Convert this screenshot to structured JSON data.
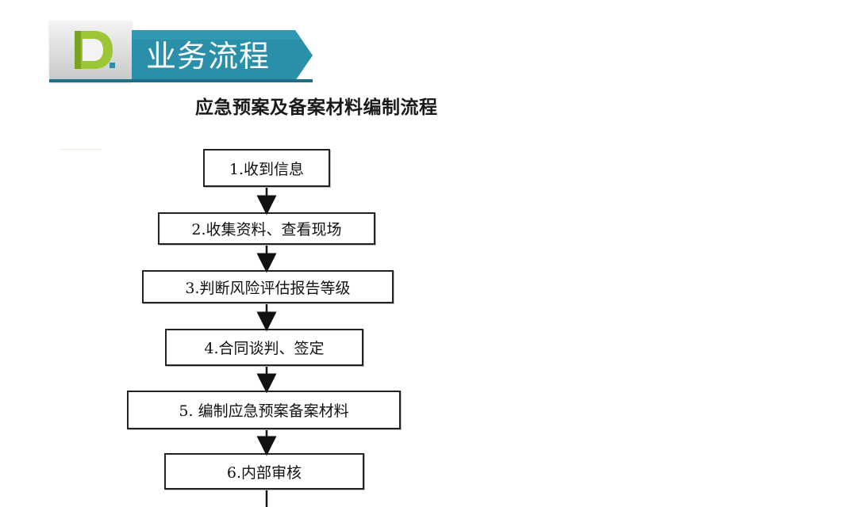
{
  "header": {
    "logo_letter": "D",
    "section_title": "业务流程"
  },
  "diagram": {
    "title": "应急预案及备案材料编制流程",
    "steps": [
      {
        "label": "1.收到信息"
      },
      {
        "label": "2.收集资料、查看现场"
      },
      {
        "label": "3.判断风险评估报告等级"
      },
      {
        "label": "4.合同谈判、签定"
      },
      {
        "label": "5. 编制应急预案备案材料"
      },
      {
        "label": "6.内部审核"
      }
    ]
  },
  "colors": {
    "banner_teal": "#2a8fa8",
    "banner_dark": "#1f6f86",
    "logo_green": "#8dbb2e",
    "box_border": "#222222"
  }
}
